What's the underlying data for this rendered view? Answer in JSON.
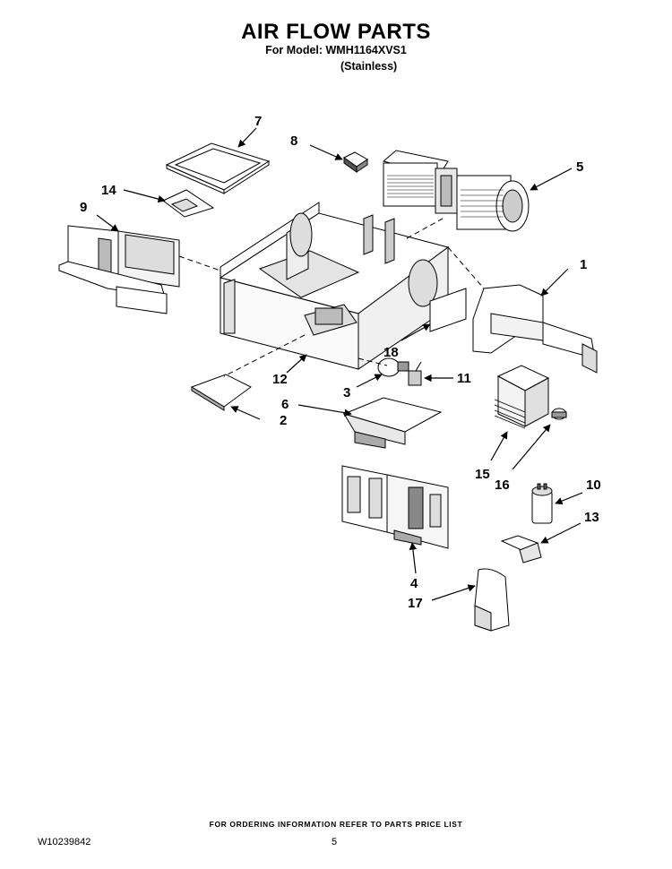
{
  "header": {
    "title": "AIR FLOW PARTS",
    "model_line": "For Model: WMH1164XVS1",
    "finish": "(Stainless)"
  },
  "callouts": [
    "1",
    "2",
    "3",
    "4",
    "5",
    "6",
    "7",
    "8",
    "9",
    "10",
    "11",
    "12",
    "13",
    "14",
    "15",
    "16",
    "17",
    "18"
  ],
  "footer": {
    "ordering_note": "FOR ORDERING INFORMATION REFER TO PARTS PRICE LIST",
    "document_number": "W10239842",
    "page_number": "5"
  }
}
